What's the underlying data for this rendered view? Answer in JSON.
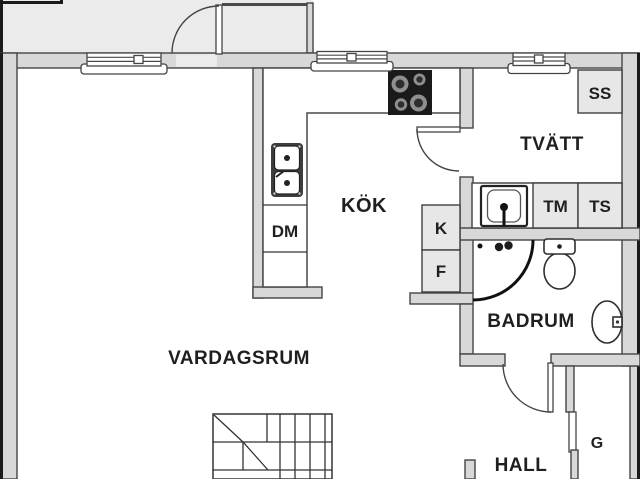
{
  "rooms": {
    "vardagsrum": {
      "label": "VARDAGSRUM"
    },
    "kok": {
      "label": "KÖK"
    },
    "tvatt": {
      "label": "TVÄTT"
    },
    "badrum": {
      "label": "BADRUM"
    },
    "hall": {
      "label": "HALL"
    }
  },
  "units": {
    "dm": {
      "label": "DM"
    },
    "k": {
      "label": "K"
    },
    "f": {
      "label": "F"
    },
    "ss": {
      "label": "SS"
    },
    "tm": {
      "label": "TM"
    },
    "ts": {
      "label": "TS"
    },
    "g": {
      "label": "G"
    }
  },
  "icons": {
    "stove": "stove-icon",
    "kitchen_sink": "double-sink-icon",
    "laundry_sink": "laundry-sink-icon",
    "toilet": "toilet-icon",
    "washbasin": "washbasin-icon",
    "shower": "shower-icon",
    "stairs": "stairs-icon"
  },
  "colors": {
    "wall": "#d8d8d8",
    "wall_outline": "#454545",
    "outer_wall": "#1a1a1a",
    "room_fill": "#ffffff",
    "upper_room_fill": "#ebebec",
    "unit_fill": "#e7e7e7",
    "stove": "#1a1a1a",
    "burner": "#8f8f8f",
    "label_text": "#1f1f1f"
  }
}
